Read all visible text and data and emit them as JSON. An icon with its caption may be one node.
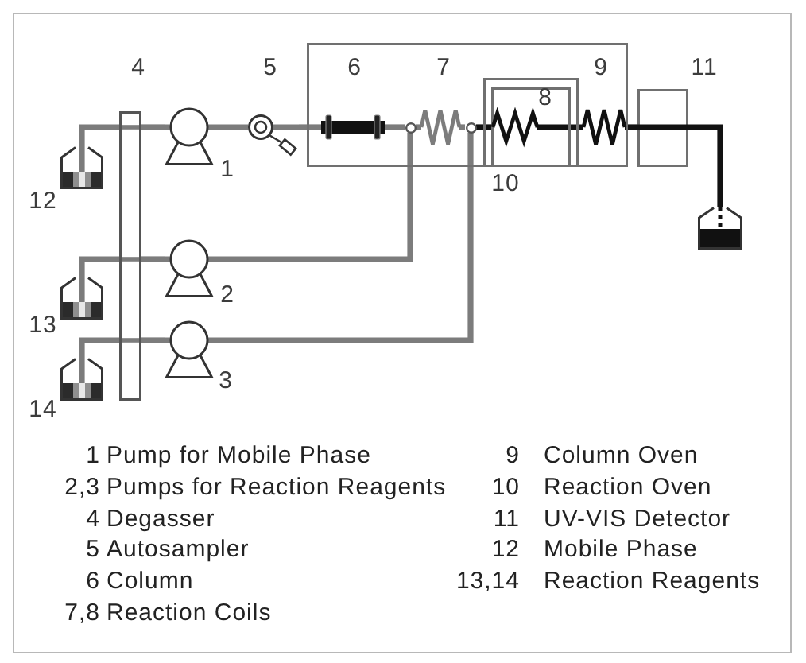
{
  "diagram": {
    "nodes": [
      {
        "text": [],
        "shape": "picture"
      },
      {
        "text": [],
        "shape": "bar"
      },
      {
        "text": [],
        "shape": "circle"
      },
      {
        "text": [],
        "shape": "picture"
      },
      {
        "text": [],
        "shape": "box"
      },
      {
        "text": [],
        "shape": "picture",
        "in": 4
      },
      {
        "text": [],
        "shape": "circle",
        "in": 4
      },
      {
        "text": [],
        "shape": "picture",
        "in": 4
      },
      {
        "text": [],
        "shape": "circle",
        "in": 4
      },
      {
        "text": [],
        "shape": "box",
        "in": 4
      },
      {
        "text": [],
        "shape": "picture",
        "in": 9
      },
      {
        "text": [],
        "shape": "picture",
        "in": 4
      },
      {
        "text": [],
        "shape": "box"
      },
      {
        "text": [],
        "shape": "picture"
      },
      {
        "text": [],
        "shape": "picture"
      },
      {
        "text": [],
        "shape": "circle"
      },
      {
        "text": [],
        "shape": "picture"
      },
      {
        "text": [],
        "shape": "circle"
      }
    ],
    "edges": [
      {
        "from": 0,
        "to": 1,
        "arrow": "none"
      },
      {
        "from": 1,
        "to": 2,
        "arrow": "none"
      },
      {
        "from": 2,
        "to": 3,
        "arrow": "none"
      },
      {
        "from": 3,
        "to": 5,
        "arrow": "none"
      },
      {
        "from": 5,
        "to": 6,
        "arrow": "none"
      },
      {
        "from": 6,
        "to": 7,
        "arrow": "none"
      },
      {
        "from": 7,
        "to": 8,
        "arrow": "none"
      },
      {
        "from": 8,
        "to": 10,
        "arrow": "none",
        "color": "#111111"
      },
      {
        "from": 10,
        "to": 11,
        "arrow": "none",
        "color": "#111111"
      },
      {
        "from": 11,
        "to": 12,
        "arrow": "none",
        "color": "#111111"
      },
      {
        "from": 12,
        "to": 13,
        "arrow": "none",
        "color": "#111111"
      },
      {
        "from": 14,
        "to": 1,
        "arrow": "none"
      },
      {
        "from": 1,
        "to": 15,
        "arrow": "none"
      },
      {
        "from": 15,
        "to": 6,
        "arrow": "none"
      },
      {
        "from": 16,
        "to": 1,
        "arrow": "none"
      },
      {
        "from": 1,
        "to": 17,
        "arrow": "none"
      },
      {
        "from": 17,
        "to": 8,
        "arrow": "none"
      }
    ],
    "labels": [
      "4",
      "5",
      "6",
      "7",
      "9",
      "11",
      "8",
      "1",
      "10",
      "12",
      "2",
      "13",
      "3",
      "14",
      "1",
      "Pump for Mobile Phase",
      "2,3",
      "Pumps for Reaction Reagents",
      "4",
      "Degasser",
      "5",
      "Autosampler",
      "6",
      "Column",
      "7,8",
      "Reaction Coils",
      "9",
      "Column Oven",
      "10",
      "Reaction Oven",
      "11",
      "UV-VIS Detector",
      "12",
      "Mobile Phase",
      "13,14",
      "Reaction Reagents"
    ]
  }
}
